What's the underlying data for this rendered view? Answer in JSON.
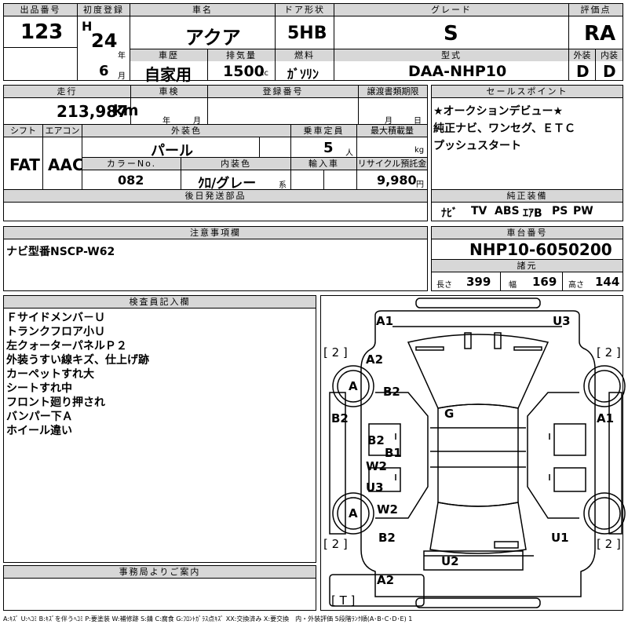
{
  "header": {
    "lot_no_label": "出品番号",
    "lot_no": "123",
    "first_reg_label": "初度登録",
    "era": "H",
    "year": "24",
    "year_unit": "年",
    "month": "6",
    "month_unit": "月",
    "car_name_label": "車名",
    "car_name": "アクア",
    "door_label": "ドア形状",
    "door": "5HB",
    "grade_label": "グレード",
    "grade": "S",
    "score_label": "評価点",
    "score": "RA",
    "history_label": "車歴",
    "history": "自家用",
    "displacement_label": "排気量",
    "displacement": "1500",
    "displacement_unit": "cc",
    "fuel_label": "燃料",
    "fuel": "ｶﾞｿﾘﾝ",
    "model_label": "型式",
    "model": "DAA-NHP10",
    "exterior_label": "外装",
    "exterior": "D",
    "interior_label": "内装",
    "interior": "D"
  },
  "spec": {
    "mileage_label": "走行",
    "mileage": "213,987",
    "mileage_unit": "km",
    "inspection_label": "車検",
    "inspection_year_unit": "年",
    "inspection_month_unit": "月",
    "reg_no_label": "登録番号",
    "transfer_label": "譲渡書類期限",
    "transfer_month_unit": "月",
    "transfer_day_unit": "日",
    "shift_label": "シフト",
    "shift": "FAT",
    "aircon_label": "エアコン",
    "aircon": "AAC",
    "color_label": "外装色",
    "color": "パール",
    "capacity_label": "乗車定員",
    "capacity": "5",
    "capacity_unit": "人",
    "load_label": "最大積載量",
    "load_unit": "kg",
    "color_no_label": "カラーNo.",
    "color_no": "082",
    "interior_color_label": "内装色",
    "interior_color": "ｸﾛ/グレー",
    "interior_color_unit": "系",
    "import_label": "輸入車",
    "recycle_label": "リサイクル預託金",
    "recycle": "9,980",
    "recycle_unit": "円",
    "later_parts_label": "後日発送部品"
  },
  "sales": {
    "label": "セールスポイント",
    "lines": [
      "★オークションデビュー★",
      "純正ナビ、ワンセグ、ＥＴＣ",
      "プッシュスタート"
    ]
  },
  "equipment": {
    "label": "純正装備",
    "items": [
      "ﾅﾋﾞ",
      "TV",
      "ABS",
      "ｴｱB",
      "PS",
      "PW"
    ]
  },
  "notes": {
    "label": "注意事項欄",
    "text": "ナビ型番NSCP-W62"
  },
  "chassis": {
    "label": "車台番号",
    "number": "NHP10-6050200",
    "dims_label": "諸元",
    "length_label": "長さ",
    "length": "399",
    "width_label": "幅",
    "width": "169",
    "height_label": "高さ",
    "height": "144"
  },
  "inspector": {
    "label": "検査員記入欄",
    "lines": [
      "Ｆサイドメンバ－Ｕ",
      "トランクフロア小Ｕ",
      "左クォーターパネルＰ２",
      "外装うすい線キズ、仕上げ跡",
      "カーペットすれ大",
      "シートすれ中",
      "フロント廻り押され",
      "バンパー下Ａ",
      "ホイール違い"
    ]
  },
  "office": {
    "label": "事務局よりご案内"
  },
  "diagram": {
    "marks": [
      "A1",
      "U3",
      "A2",
      "B2",
      "A",
      "G",
      "B2",
      "A1",
      "B2",
      "B1",
      "W2",
      "U3",
      "W2",
      "A",
      "B2",
      "U1",
      "U2",
      "A2"
    ],
    "brackets": [
      "[ 2 ]",
      "[ 2 ]",
      "[ 2 ]",
      "[ 2 ]",
      "[ T ]"
    ]
  },
  "legend": "A:ｷｽﾞ U:ﾍｺﾐ B:ｷｽﾞを伴うﾍｺﾐ P:要塗装 W:補修跡 S:錆 C:腐食 G:ﾌﾛﾝﾄｶﾞﾗｽ点ｷｽﾞ XX:交換済み X:要交換　内・外装評価 5段階ﾗﾝｸ順(A･B･C･D･E) 1"
}
